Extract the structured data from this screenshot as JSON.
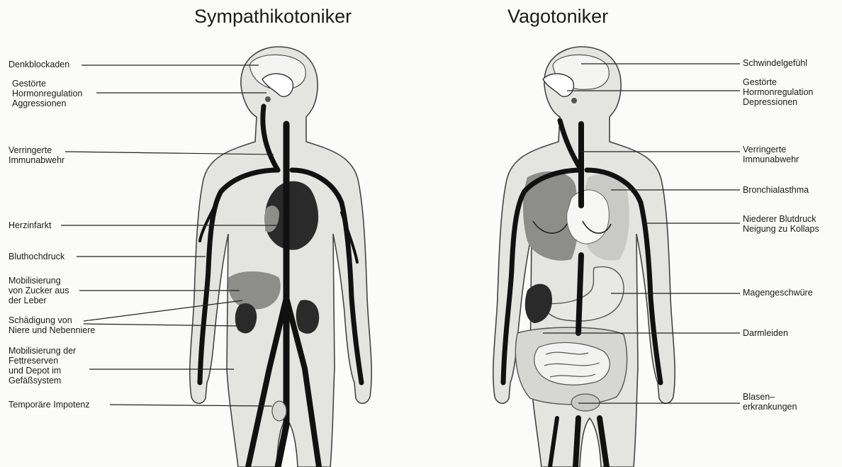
{
  "titles": {
    "left": "Sympathikotoniker",
    "right": "Vagotoniker"
  },
  "left_labels": [
    {
      "id": "denkblockaden",
      "text": "Denkblockaden"
    },
    {
      "id": "hormon",
      "text": "Gestörte\nHormonregulation\nAggressionen"
    },
    {
      "id": "immun",
      "text": "Verringerte\nImmunabwehr"
    },
    {
      "id": "herzinfarkt",
      "text": "Herzinfarkt"
    },
    {
      "id": "bluthochdruck",
      "text": "Bluthochdruck"
    },
    {
      "id": "zucker",
      "text": "Mobilisierung\nvon Zucker aus\nder Leber"
    },
    {
      "id": "niere",
      "text": "Schädigung von\nNiere und Nebenniere"
    },
    {
      "id": "fett",
      "text": "Mobilisierung der\nFettreserven\nund Depot im\nGefäßsystem"
    },
    {
      "id": "impotenz",
      "text": "Temporäre Impotenz"
    }
  ],
  "right_labels": [
    {
      "id": "schwindel",
      "text": "Schwindelgefühl"
    },
    {
      "id": "hormon",
      "text": "Gestörte\nHormonregulation\nDepressionen"
    },
    {
      "id": "immun",
      "text": "Verringerte\nImmunabwehr"
    },
    {
      "id": "asthma",
      "text": "Bronchialasthma"
    },
    {
      "id": "blutdruck",
      "text": "Niederer Blutdruck\nNeigung zu Kollaps"
    },
    {
      "id": "magen",
      "text": "Magengeschwüre"
    },
    {
      "id": "darm",
      "text": "Darmleiden"
    },
    {
      "id": "blase",
      "text": "Blasen–\nerkrankungen"
    }
  ],
  "colors": {
    "body_fill": "#e4e4e0",
    "organ_light": "#c9c9c5",
    "organ_mid": "#8d8d8a",
    "organ_dark": "#2a2a2a",
    "vessel": "#111111",
    "outline": "#444444"
  }
}
